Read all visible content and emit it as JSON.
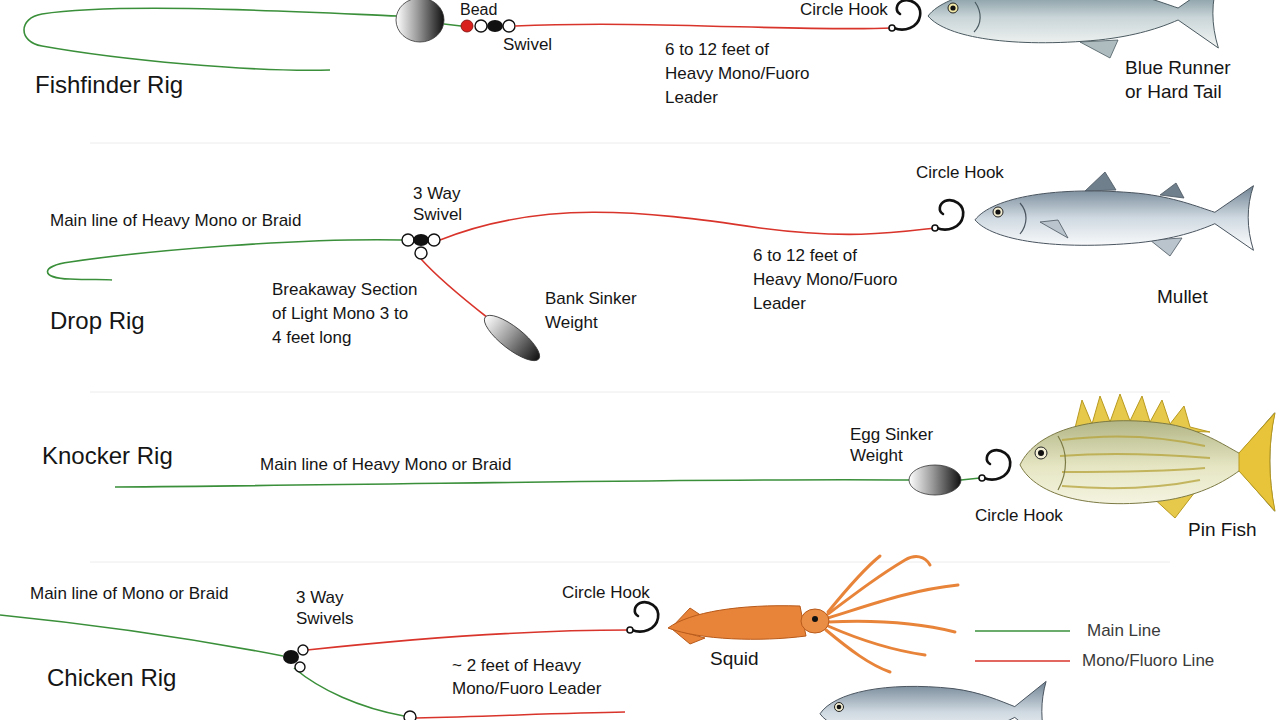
{
  "diagram": {
    "labels": [
      "Bead",
      "Swivel",
      "6 to 12 feet of Heavy Mono/Fuoro Leader",
      "Circle Hook",
      "Blue Runner or Hard Tail",
      "Fishfinder Rig",
      "Main line of Heavy Mono or Braid",
      "3 Way Swivel",
      "Circle Hook",
      "Breakaway Section of Light Mono 3 to 4 feet long",
      "Bank Sinker Weight",
      "6 to 12 feet of Heavy Mono/Fuoro Leader",
      "Mullet",
      "Drop Rig",
      "Knocker Rig",
      "Main line of Heavy Mono or Braid",
      "Egg Sinker Weight",
      "Circle Hook",
      "Pin Fish",
      "Main line of Mono or Braid",
      "3 Way Swivels",
      "Circle Hook",
      "Squid",
      "~ 2 feet of Heavy Mono/Fuoro Leader",
      "Chicken Rig"
    ],
    "legend": [
      {
        "text": "Main Line"
      },
      {
        "text": "Mono/Fluoro Line"
      }
    ]
  }
}
